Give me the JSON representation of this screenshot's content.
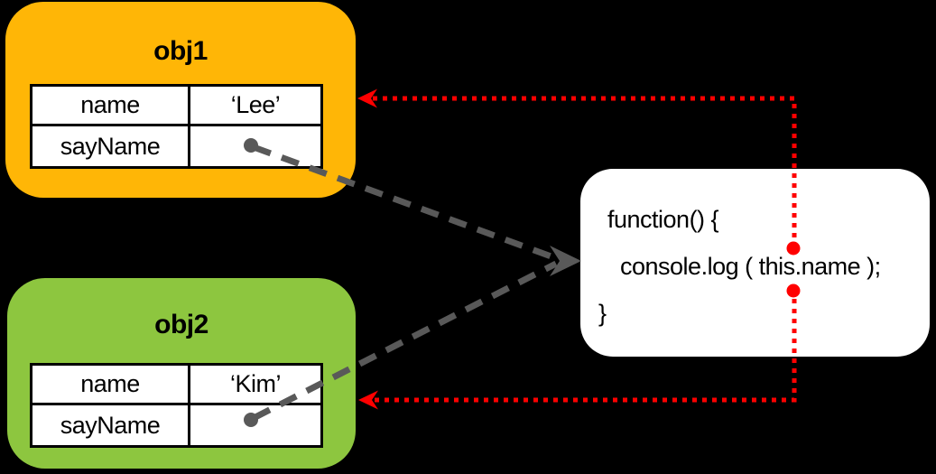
{
  "diagram": {
    "obj1": {
      "title": "obj1",
      "rows": [
        {
          "key": "name",
          "value": "‘Lee’"
        },
        {
          "key": "sayName",
          "value": ""
        }
      ]
    },
    "obj2": {
      "title": "obj2",
      "rows": [
        {
          "key": "name",
          "value": "‘Kim’"
        },
        {
          "key": "sayName",
          "value": ""
        }
      ]
    },
    "function_box": {
      "lines": [
        "function() {",
        "console.log ( this.name );",
        "}"
      ]
    },
    "colors": {
      "background": "#000000",
      "obj1_fill": "#FFB606",
      "obj2_fill": "#8DC63F",
      "function_fill": "#FFFFFF",
      "cell_fill": "#FFFFFF",
      "cell_border": "#000000",
      "text": "#000000",
      "reference_arrow": "#595959",
      "this_binding_arrow": "#FF0000"
    }
  }
}
